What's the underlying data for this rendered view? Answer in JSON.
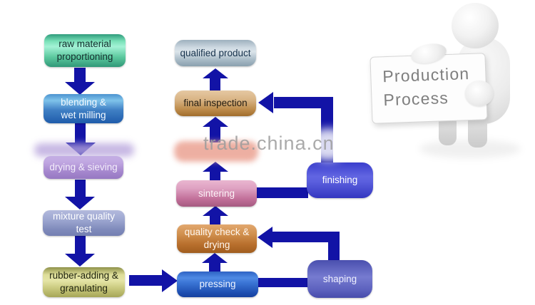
{
  "colors": {
    "arrow": "#1213a6",
    "watermark": "#9c9c9c",
    "sign-text": "#7f7f7f"
  },
  "watermark": {
    "text": "trade.china.cn"
  },
  "sign": {
    "text": "Production\nProcess"
  },
  "flowchart": {
    "nodes": {
      "raw": {
        "label": "raw material\nproportioning",
        "fill": "#5cc89e"
      },
      "blending": {
        "label": "blending &\nwet milling",
        "fill": "#3f7fc4"
      },
      "drying": {
        "label": "drying & sieving",
        "fill": "#a486cd"
      },
      "mixture": {
        "label": "mixture quality\ntest",
        "fill": "#8a94c2"
      },
      "rubber": {
        "label": "rubber-adding &\ngranulating",
        "fill": "#d3d388"
      },
      "qualified": {
        "label": "qualified product",
        "fill": "#b4c5d0"
      },
      "final": {
        "label": "final inspection",
        "fill": "#c89a5e"
      },
      "sintering": {
        "label": "sintering",
        "fill": "#cc7ea6"
      },
      "qcheck": {
        "label": "quality check &\ndrying",
        "fill": "#c47c3a"
      },
      "pressing": {
        "label": "pressing",
        "fill": "#2c63c8"
      },
      "shaping": {
        "label": "shaping",
        "fill": "#6368c4"
      },
      "finishing": {
        "label": "finishing",
        "fill": "#4a4ed6"
      }
    },
    "edges": [
      "raw -> blending",
      "blending -> drying",
      "drying -> mixture",
      "mixture -> rubber",
      "rubber -> pressing",
      "pressing -> qcheck",
      "pressing -> shaping",
      "shaping -> qcheck",
      "qcheck -> sintering",
      "sintering -> finishing",
      "sintering -> final",
      "finishing -> final",
      "final -> qualified"
    ]
  }
}
